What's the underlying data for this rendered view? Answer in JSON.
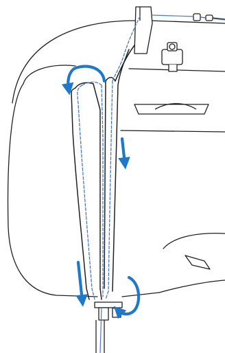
{
  "figure": {
    "subject": "sewing-machine-upper-threading-path",
    "colors": {
      "outline": "#1f1f1f",
      "thread": "#4a78c8",
      "arrow": "#1f78c8",
      "background": "#ffffff"
    },
    "arrows": [
      {
        "id": "arrow-top-curve",
        "direction": "left"
      },
      {
        "id": "arrow-right-down",
        "direction": "down"
      },
      {
        "id": "arrow-left-down",
        "direction": "down"
      },
      {
        "id": "arrow-bottom-hook",
        "direction": "left"
      }
    ]
  }
}
